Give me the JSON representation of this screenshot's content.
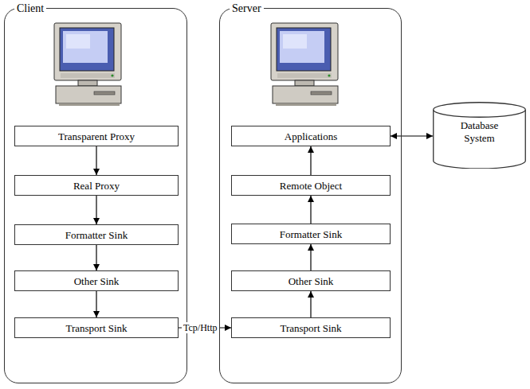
{
  "diagram": {
    "nodes": [
      {
        "text": [
          "Client"
        ]
      },
      {
        "text": [
          "Transparent Proxy"
        ],
        "in": 0
      },
      {
        "text": [
          "Real Proxy"
        ],
        "in": 0
      },
      {
        "text": [
          "Formatter Sink"
        ],
        "in": 0
      },
      {
        "text": [
          "Other Sink"
        ],
        "in": 0
      },
      {
        "text": [
          "Transport Sink"
        ],
        "in": 0
      },
      {
        "text": [
          "Server"
        ]
      },
      {
        "text": [
          "Applications"
        ],
        "in": 6
      },
      {
        "text": [
          "Remote Object"
        ],
        "in": 6
      },
      {
        "text": [
          "Formatter Sink"
        ],
        "in": 6
      },
      {
        "text": [
          "Other Sink"
        ],
        "in": 6
      },
      {
        "text": [
          "Transport Sink"
        ],
        "in": 6
      },
      {
        "text": [
          "Database System"
        ]
      }
    ],
    "edges": [
      {
        "from": 1,
        "to": 2,
        "arrow": "to"
      },
      {
        "from": 2,
        "to": 3,
        "arrow": "to"
      },
      {
        "from": 3,
        "to": 4,
        "arrow": "to"
      },
      {
        "from": 4,
        "to": 5,
        "arrow": "to"
      },
      {
        "from": 5,
        "to": 11,
        "label": "Tcp/Http",
        "arrow": "to"
      },
      {
        "from": 11,
        "to": 10,
        "arrow": "to"
      },
      {
        "from": 10,
        "to": 9,
        "arrow": "to"
      },
      {
        "from": 9,
        "to": 8,
        "arrow": "to"
      },
      {
        "from": 8,
        "to": 7,
        "arrow": "to"
      },
      {
        "from": 7,
        "to": 12,
        "arrow": "both"
      }
    ]
  }
}
